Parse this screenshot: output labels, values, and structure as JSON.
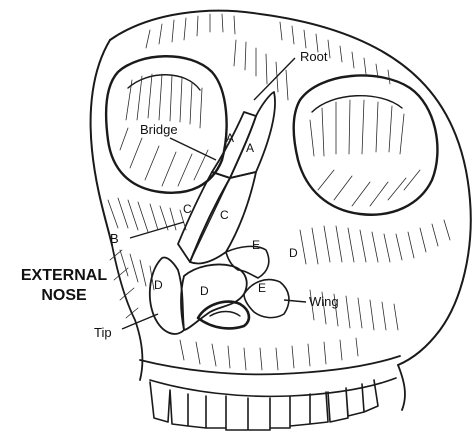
{
  "figure": {
    "title_lines": [
      "EXTERNAL",
      "NOSE"
    ],
    "callouts": {
      "root": "Root",
      "bridge": "Bridge",
      "b": "B",
      "tip": "Tip",
      "wing": "Wing"
    },
    "parts": {
      "a_left": "A",
      "a_right": "A",
      "c_left": "C",
      "c_right": "C",
      "d_left": "D",
      "d_center": "D",
      "d_right": "D",
      "e_upper": "E",
      "e_lower": "E"
    }
  },
  "colors": {
    "ink": "#1a1a1a",
    "background": "#ffffff"
  }
}
